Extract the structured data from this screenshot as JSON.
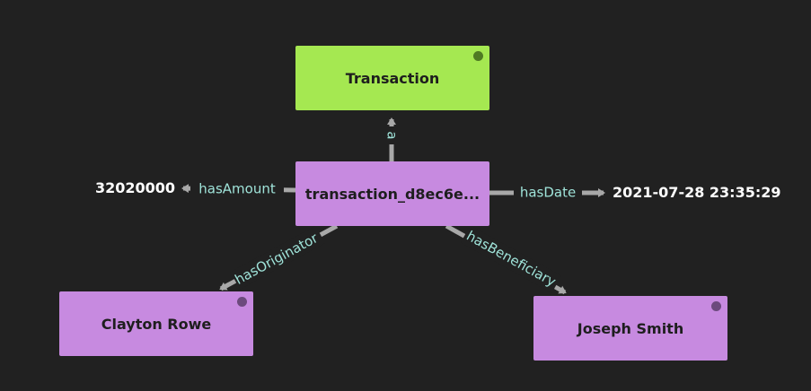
{
  "colors": {
    "background": "#212121",
    "class_node": "#a5e851",
    "class_node_dot": "#4f7a23",
    "instance_node": "#c78ae0",
    "instance_node_dot": "#6c4a7d",
    "edge": "#a8a8a8",
    "edge_label": "#9fe3d9",
    "literal_text": "#ffffff"
  },
  "nodes": {
    "transaction_class": "Transaction",
    "transaction_instance": "transaction_d8ec6e...",
    "originator": "Clayton Rowe",
    "beneficiary": "Joseph Smith"
  },
  "literals": {
    "amount": "32020000",
    "date": "2021-07-28 23:35:29"
  },
  "edges": {
    "type": "a",
    "amount": "hasAmount",
    "date": "hasDate",
    "originator": "hasOriginator",
    "beneficiary": "hasBeneficiary"
  }
}
